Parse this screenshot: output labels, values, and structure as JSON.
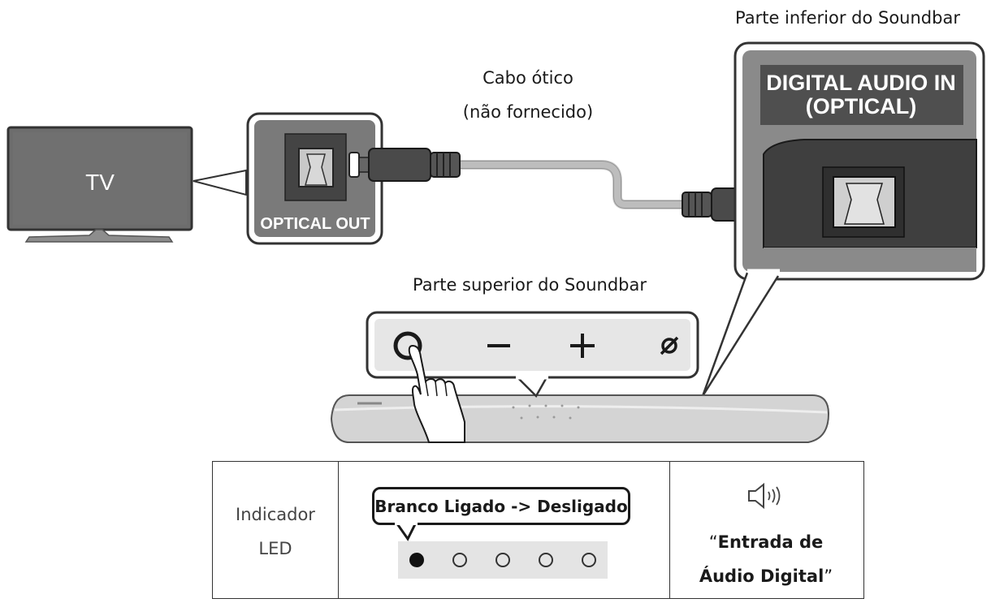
{
  "tv": {
    "label": "TV"
  },
  "tv_port": {
    "label": "OPTICAL OUT"
  },
  "cable": {
    "line1": "Cabo ótico",
    "line2": "(não fornecido)"
  },
  "soundbar_bottom": {
    "title": "Parte inferior do Soundbar",
    "port_line1": "DIGITAL AUDIO IN",
    "port_line2": "(OPTICAL)"
  },
  "soundbar_top": {
    "title": "Parte superior do Soundbar",
    "buttons": [
      "power",
      "minus",
      "plus",
      "source"
    ]
  },
  "status_table": {
    "indicator_line1": "Indicador",
    "indicator_line2": "LED",
    "led_callout": "Branco Ligado -> Desligado",
    "led_states": [
      "on",
      "off",
      "off",
      "off",
      "off"
    ],
    "voice_open_quote": "“",
    "voice_line1": "Entrada de",
    "voice_line2": "Áudio Digital",
    "voice_close_quote": "”"
  },
  "colors": {
    "panel": "#6b6b6b",
    "panel_light": "#e9e9e9",
    "port_dark": "#3f3f3f",
    "cable": "#b5b5b5",
    "outline": "#222222"
  }
}
